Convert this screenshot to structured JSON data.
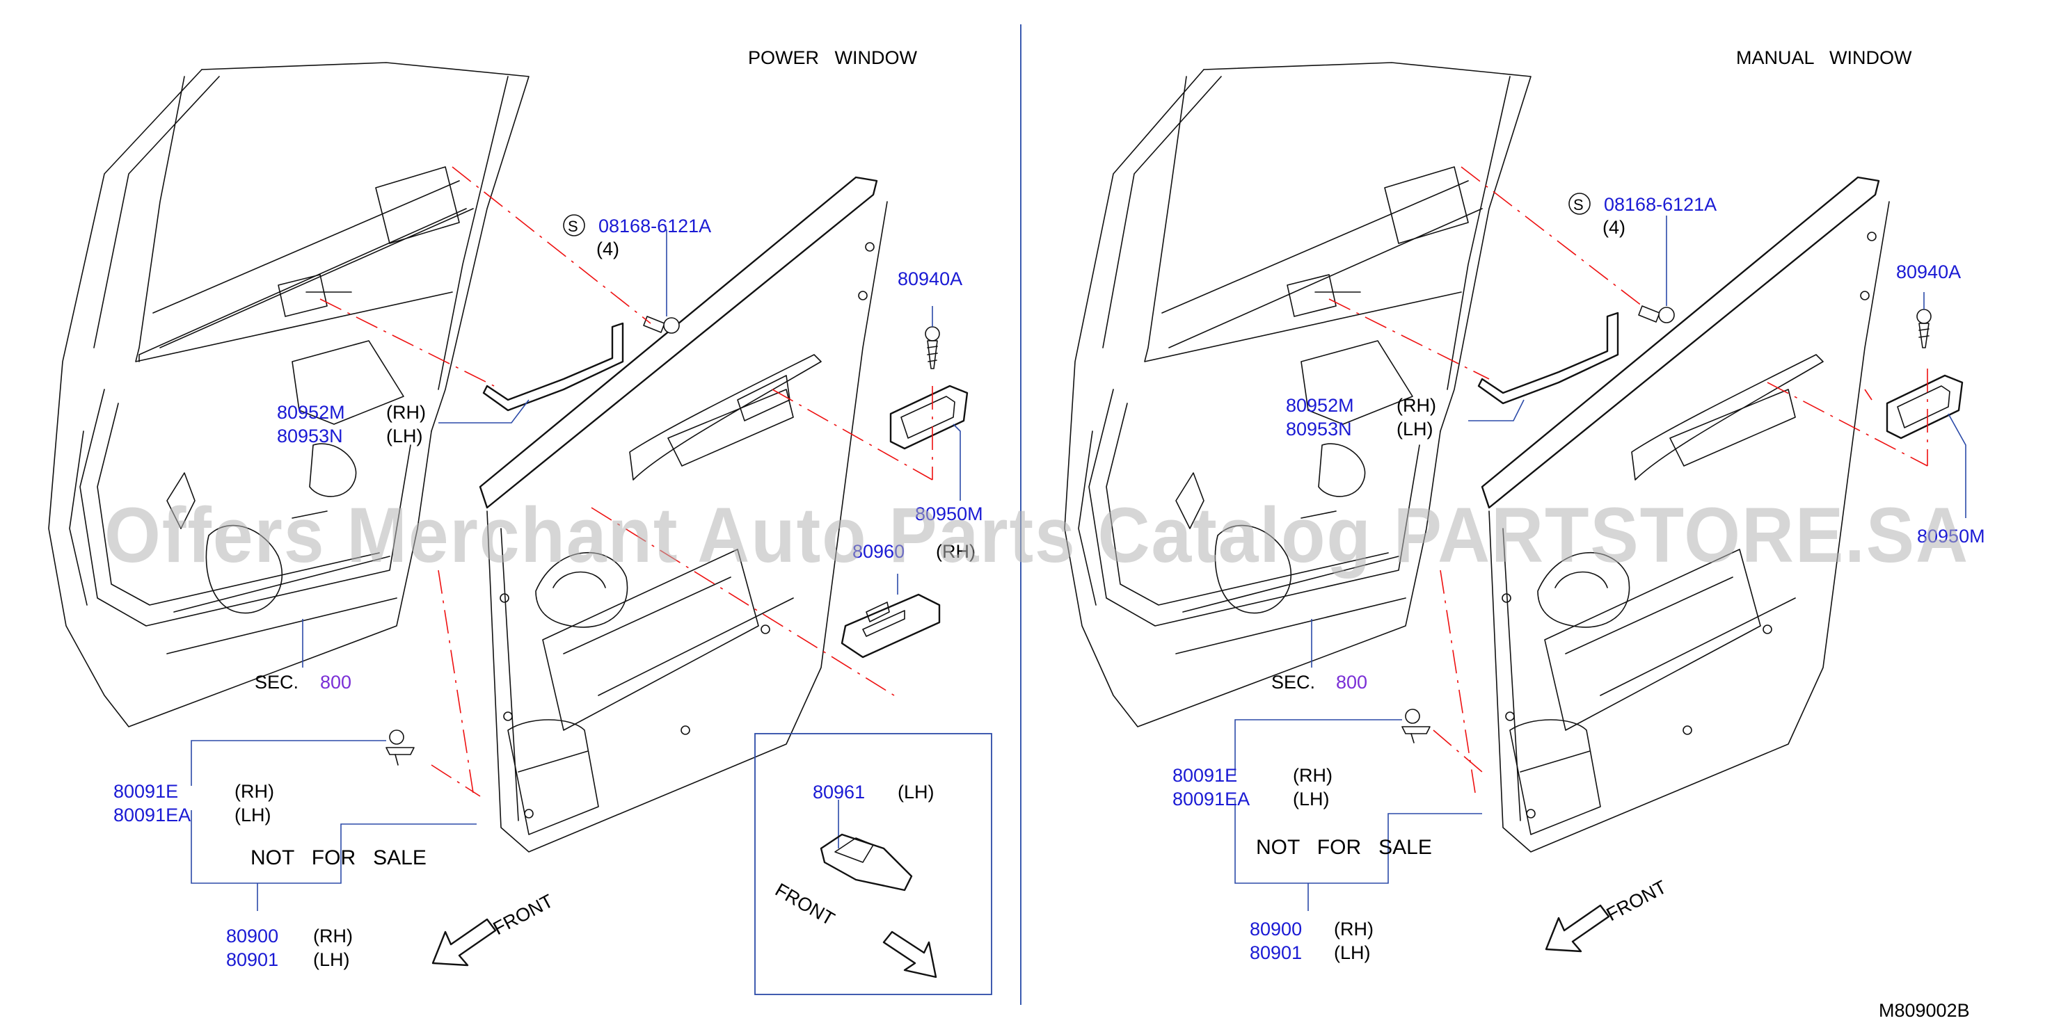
{
  "panels": {
    "power": {
      "title": "POWER   WINDOW"
    },
    "manual": {
      "title": "MANUAL   WINDOW"
    }
  },
  "callouts": {
    "screw_code": "08168-6121A",
    "screw_symbol": "S",
    "screw_qty": "(4)",
    "clip_80940a": "80940A",
    "bracket_rh": "80952M",
    "bracket_lh": "80953N",
    "sec_label": "SEC.",
    "sec_number": "800",
    "finisher_80950m": "80950M",
    "switch_80960": "80960",
    "clip_rh": "80091E",
    "clip_lh": "80091EA",
    "trim_rh": "80900",
    "trim_lh": "80901",
    "switch_80961": "80961",
    "rh": "(RH)",
    "lh": "(LH)",
    "not_for_sale": "NOT   FOR   SALE",
    "front": "FRONT"
  },
  "diagram_code": "M809002B",
  "watermark": "Offers Merchant Auto Parts Catalog PARTSTORE.SA",
  "colors": {
    "part_number": "#1a1ad4",
    "section_ref": "#7a2fd6",
    "leader": "#2b4aa8",
    "centerline": "#e11111",
    "divider": "#3a5bb0"
  }
}
